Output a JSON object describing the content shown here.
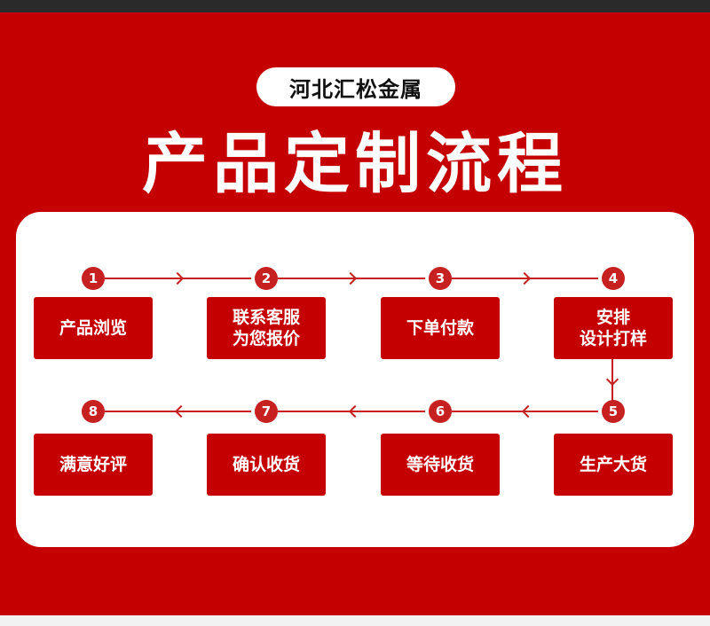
{
  "header": {
    "company": "河北汇松金属",
    "title": "产品定制流程"
  },
  "steps": [
    {
      "number": "1",
      "label": "产品浏览"
    },
    {
      "number": "2",
      "label": "联系客服\n为您报价"
    },
    {
      "number": "3",
      "label": "下单付款"
    },
    {
      "number": "4",
      "label": "安排\n设计打样"
    },
    {
      "number": "5",
      "label": "生产大货"
    },
    {
      "number": "6",
      "label": "等待收货"
    },
    {
      "number": "7",
      "label": "确认收货"
    },
    {
      "number": "8",
      "label": "满意好评"
    }
  ],
  "colors": {
    "background": "#c40000",
    "card": "#ffffff",
    "accent": "#c62020"
  }
}
